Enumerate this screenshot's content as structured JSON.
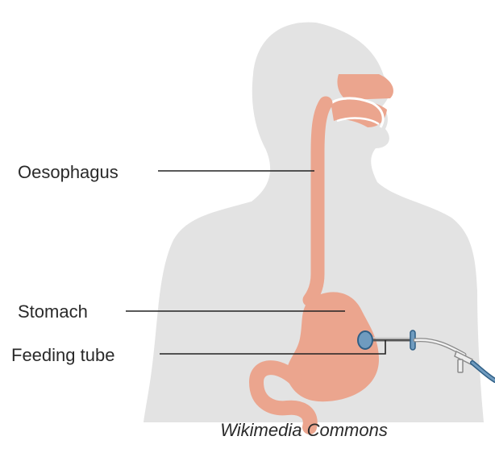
{
  "labels": {
    "oesophagus": "Oesophagus",
    "stomach": "Stomach",
    "feeding_tube": "Feeding tube"
  },
  "credit": "Wikimedia Commons",
  "colors": {
    "silhouette": "#e3e3e3",
    "organ": "#eba58e",
    "leader_line": "#222222",
    "tube_fill": "#6f9bbf",
    "tube_outline": "#2f5f86"
  }
}
